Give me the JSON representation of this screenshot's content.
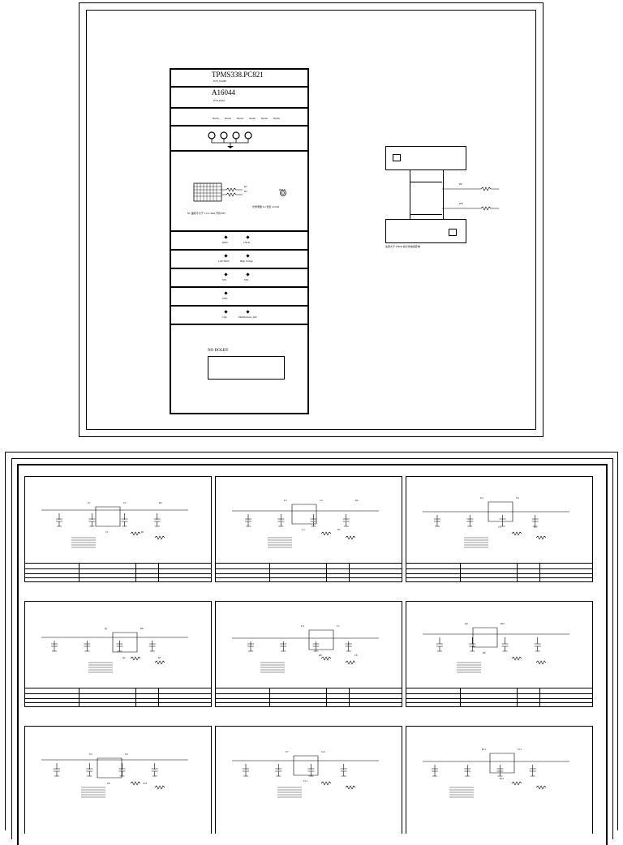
{
  "top_sheet": {
    "model_label": "TPMS338.PC821",
    "model_sub": "PCB_NAME",
    "part_label": "A16044",
    "part_sub": "PCB_PASS",
    "row3_labels": [
      "Deebu",
      "Deebu",
      "Deebu",
      "Deebu",
      "Deebu",
      "Deebu"
    ],
    "connector_note": "NC 面积不大于 1.1x1.3mm 节约 PIN",
    "mark_labels": [
      "R2",
      "R3"
    ],
    "hole_label": "HOLE",
    "hole_note": "光学测量 0.4 长宽 2.0 mm",
    "logo_row": [
      "ROW",
      "COLD"
    ],
    "caution_row": [
      "CAUTION",
      "High Voltage"
    ],
    "sn_row": [
      "SN1",
      "SN2"
    ],
    "mac_row": [
      "MAC"
    ],
    "cqc_row": [
      "CQC",
      "Manufacturer_Info"
    ],
    "box_label": "NO DOLBY",
    "right_block_note": "注意大于 0.8mm 的元件放置区域",
    "right_labels": [
      "R9",
      "R10"
    ]
  },
  "bottom_sheet": {
    "panels": [
      {
        "id": "p1",
        "labels": [
          "U1",
          "C1",
          "C2",
          "R1",
          "R2"
        ]
      },
      {
        "id": "p2",
        "labels": [
          "U2",
          "C3",
          "C4",
          "R3",
          "R4"
        ]
      },
      {
        "id": "p3",
        "labels": [
          "U3",
          "C5",
          "C6",
          "R5"
        ]
      },
      {
        "id": "p4",
        "labels": [
          "Q1",
          "Q2",
          "R6",
          "R7"
        ]
      },
      {
        "id": "p5",
        "labels": [
          "U4",
          "R8",
          "C7",
          "C8"
        ]
      },
      {
        "id": "p6",
        "labels": [
          "Q3",
          "R9",
          "R10"
        ]
      },
      {
        "id": "p7",
        "labels": [
          "U5",
          "U6",
          "C9",
          "C10"
        ]
      },
      {
        "id": "p8",
        "labels": [
          "U7",
          "C11",
          "C12"
        ]
      },
      {
        "id": "p9",
        "labels": [
          "R11",
          "R12",
          "C13"
        ]
      }
    ]
  },
  "colors": {
    "line": "#000000",
    "bg": "#ffffff"
  }
}
